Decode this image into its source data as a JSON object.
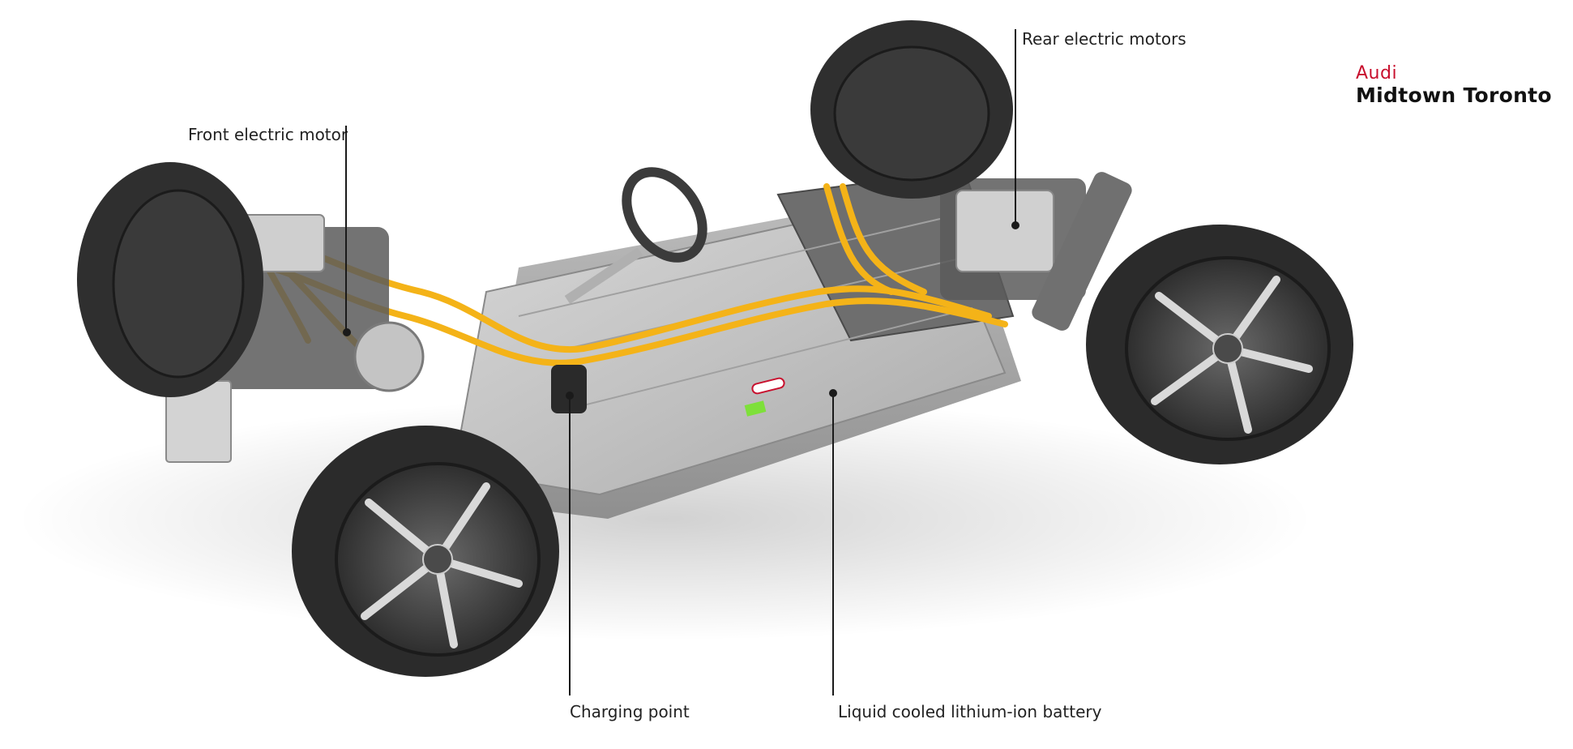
{
  "brand": {
    "name": "Audi",
    "dealer": "Midtown Toronto",
    "name_color": "#c8102e"
  },
  "illustration": {
    "subject": "electric-vehicle-platform",
    "battery_color": "#bcbcbc",
    "cable_color": "#f4b318",
    "tire_color": "#2b2b2b"
  },
  "callouts": {
    "front_motor": "Front electric motor",
    "rear_motors": "Rear electric motors",
    "charging_point": "Charging point",
    "battery": "Liquid cooled lithium-ion battery"
  }
}
